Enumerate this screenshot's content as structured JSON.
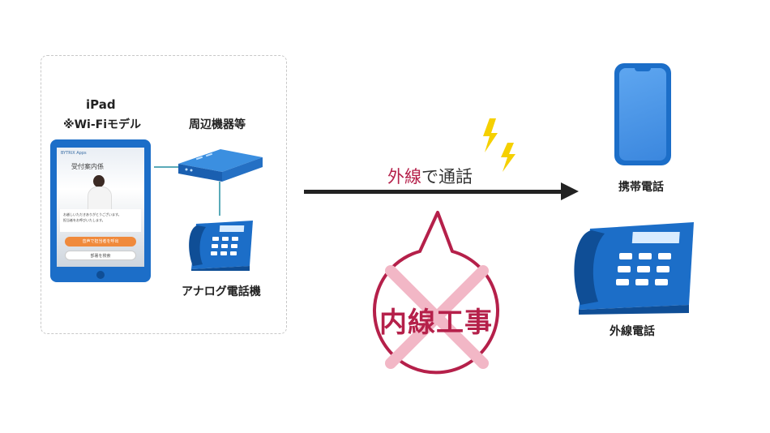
{
  "ipad": {
    "title": "iPad",
    "note": "※Wi-Fiモデル",
    "screen": {
      "brand": "BYTRIX Apps",
      "heading": "受付案内係",
      "message_line1": "お越しいただきありがとうございます。",
      "message_line2": "担当者をお呼びいたします。",
      "orange_button": "音声で担当者を呼出",
      "white_button": "部署を検索"
    }
  },
  "peripheral": {
    "label": "周辺機器等"
  },
  "analog_phone": {
    "label": "アナログ電話機"
  },
  "connection": {
    "label_colored": "外線",
    "label_rest": "で通話"
  },
  "bubble": {
    "text": "内線工事"
  },
  "mobile_phone": {
    "label": "携帯電話"
  },
  "external_phone": {
    "label": "外線電話"
  },
  "colors": {
    "accent_red": "#b5204a",
    "device_blue": "#1c6ec8",
    "connector": "#5aaab8",
    "lightning": "#f5d000",
    "cross": "#f2b7c6"
  }
}
